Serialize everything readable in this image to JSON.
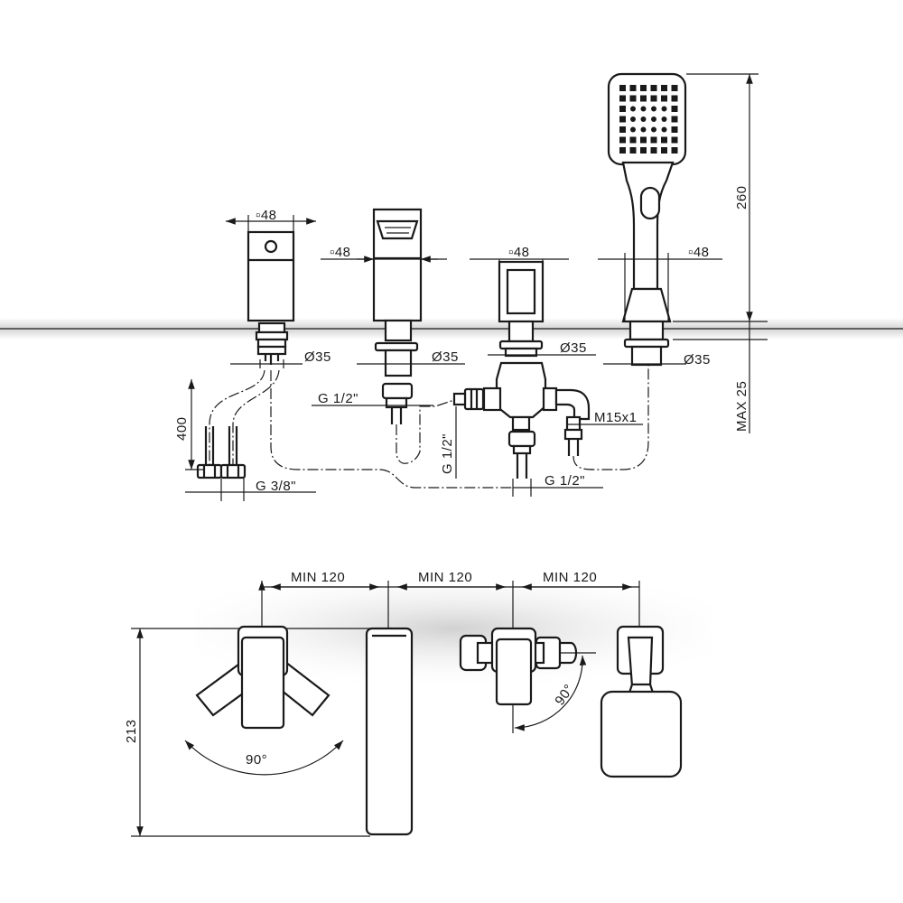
{
  "dimensions": {
    "square_48_a": "▫48",
    "square_48_b": "▫48",
    "square_48_c": "▫48",
    "square_48_d": "▫48",
    "dia_35_a": "Ø35",
    "dia_35_b": "Ø35",
    "dia_35_c": "Ø35",
    "dia_35_d": "Ø35",
    "height_260": "260",
    "max_25": "MAX 25",
    "thread_g12_a": "G 1/2\"",
    "thread_g12_b": "G 1/2\"",
    "thread_g12_c": "G 1/2\"",
    "thread_g38": "G 3/8\"",
    "thread_m15": "M15x1",
    "hose_400": "400",
    "min_120_a": "MIN 120",
    "min_120_b": "MIN 120",
    "min_120_c": "MIN 120",
    "height_213": "213",
    "angle_90_a": "90°",
    "angle_90_b": "90°"
  },
  "colors": {
    "line": "#1a1a1a",
    "deck_shadow": "#d9d9d9",
    "background": "#ffffff"
  }
}
